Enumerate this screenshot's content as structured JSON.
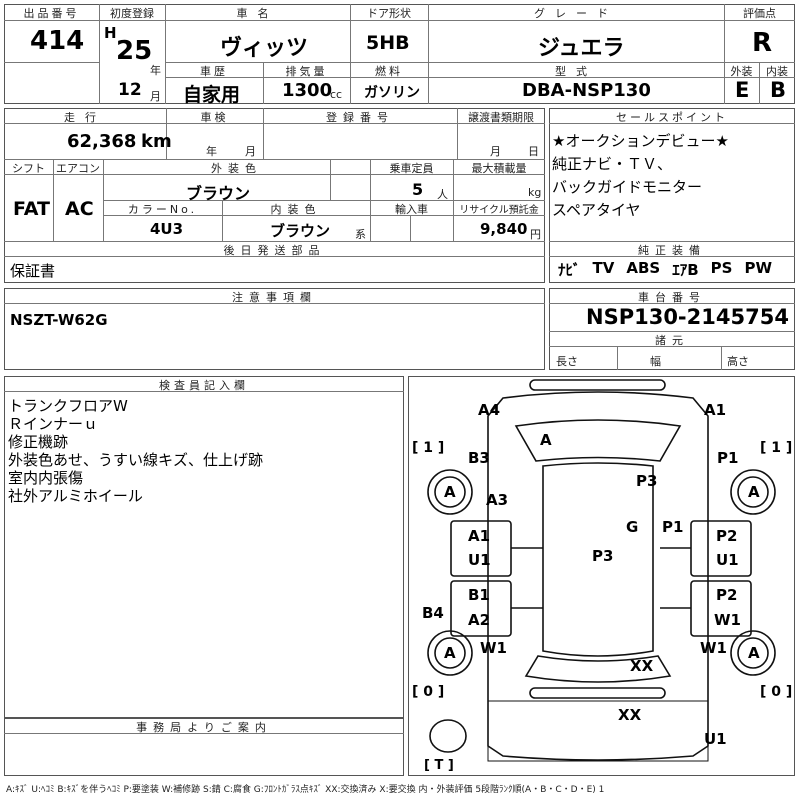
{
  "top": {
    "lot_label": "出品番号",
    "lot": "414",
    "first_reg_label": "初度登録",
    "era": "H",
    "year": "25",
    "year_unit": "年",
    "month": "12",
    "month_unit": "月",
    "car_name_label": "車名",
    "car_name": "ヴィッツ",
    "door_label": "ドア形状",
    "door": "5HB",
    "grade_label": "グレード",
    "grade": "ジュエラ",
    "score_label": "評価点",
    "score": "R",
    "history_label": "車歴",
    "history": "自家用",
    "displacement_label": "排気量",
    "displacement": "1300",
    "displacement_unit": "cc",
    "fuel_label": "燃料",
    "fuel": "ガソリン",
    "model_label": "型式",
    "model": "DBA-NSP130",
    "ext_label": "外装",
    "ext": "E",
    "int_label": "内装",
    "int": "B"
  },
  "mid": {
    "mileage_label": "走行",
    "mileage": "62,368",
    "mileage_unit": "km",
    "inspection_label": "車検",
    "inspection_year": "年",
    "inspection_month": "月",
    "plate_label": "登録番号",
    "transfer_label": "譲渡書類期限",
    "transfer_month": "月",
    "transfer_day": "日",
    "shift_label": "シフト",
    "shift": "FAT",
    "ac_label": "エアコン",
    "ac": "AC",
    "color_label": "外装色",
    "color": "ブラウン",
    "capacity_label": "乗車定員",
    "capacity": "5",
    "capacity_unit": "人",
    "load_label": "最大積載量",
    "load_unit": "kg",
    "color_no_label": "カラーNo.",
    "color_no": "4U3",
    "int_color_label": "内装色",
    "int_color": "ブラウン",
    "int_color_unit": "系",
    "import_label": "輸入車",
    "recycle_label": "リサイクル預託金",
    "recycle": "9,840",
    "recycle_unit": "円",
    "parts_label": "後日発送部品",
    "parts": "保証書",
    "sales_label": "セールスポイント",
    "sales": [
      "★オークションデビュー★",
      "純正ナビ・ＴＶ、",
      "バックガイドモニター",
      "スペアタイヤ"
    ],
    "equip_label": "純正装備",
    "equip": [
      "ﾅﾋﾞ",
      "TV",
      "ABS",
      "ｴｱB",
      "PS",
      "PW"
    ]
  },
  "notes": {
    "label": "注意事項欄",
    "text": "NSZT-W62G"
  },
  "chassis": {
    "label": "車台番号",
    "number": "NSP130-2145754",
    "specs_label": "諸元",
    "length": "長さ",
    "width": "幅",
    "height": "高さ"
  },
  "inspector": {
    "label": "検査員記入欄",
    "lines": [
      "トランクフロアW",
      "Ｒインナーｕ",
      "修正機跡",
      "外装色あせ、うすい線キズ、仕上げ跡",
      "室内内張傷",
      "社外アルミホイール"
    ]
  },
  "office": {
    "label": "事務局よりご案内"
  },
  "legend": "A:ｷｽﾞ  U:ﾍｺﾐ  B:ｷｽﾞを伴うﾍｺﾐ  P:要塗装  W:補修跡  S:錆  C:腐食  G:ﾌﾛﾝﾄｶﾞﾗｽ点ｷｽﾞ  XX:交換済み  X:要交換   内・外装評価  5段階ﾗﾝｸ順(A・B・C・D・E)  1",
  "diagram": {
    "tire_left_front": "[ 1 ]",
    "tire_right_front": "[ 1 ]",
    "tire_left_rear": "[ 0 ]",
    "tire_right_rear": "[ 0 ]",
    "spare": "[ T ]",
    "marks": [
      "A4",
      "A1",
      "A",
      "B3",
      "P1",
      "A",
      "A",
      "P3",
      "A3",
      "G",
      "P1",
      "A1",
      "P2",
      "U1",
      "P3",
      "U1",
      "B1",
      "P2",
      "A2",
      "W1",
      "B4",
      "A",
      "W1",
      "W1",
      "A",
      "XX",
      "XX",
      "U1"
    ]
  }
}
